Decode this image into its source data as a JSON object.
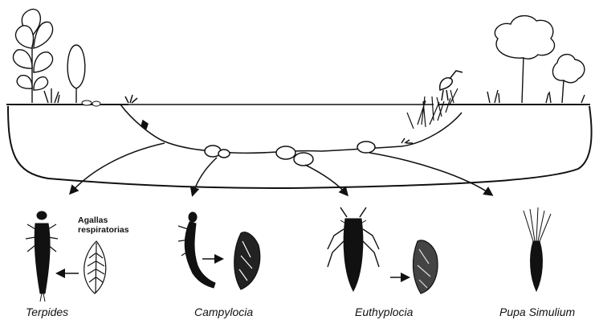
{
  "organisms": [
    {
      "name": "Terpides"
    },
    {
      "name": "Campylocia"
    },
    {
      "name": "Euthyplocia"
    },
    {
      "name": "Pupa Simulium"
    }
  ],
  "annotation": {
    "line1": "Agallas",
    "line2": "respiratorias"
  },
  "colors": {
    "ink": "#111111",
    "background": "#ffffff"
  }
}
